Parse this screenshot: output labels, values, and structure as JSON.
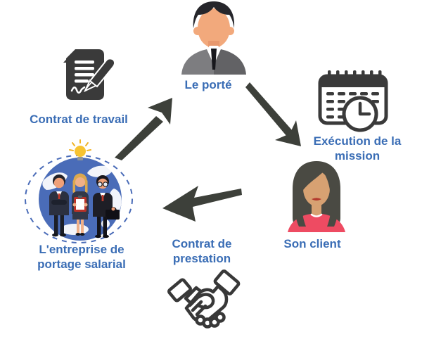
{
  "background": "#ffffff",
  "diagram": {
    "nodes": [
      {
        "id": "le-porte",
        "label": "Le porté",
        "icon": "businessman-avatar-icon"
      },
      {
        "id": "execution-mission",
        "label": "Exécution de la mission",
        "icon": "calendar-clock-icon"
      },
      {
        "id": "son-client",
        "label": "Son client",
        "icon": "businesswoman-avatar-icon"
      },
      {
        "id": "contrat-prestation",
        "label": "Contrat de prestation",
        "icon": "handshake-icon"
      },
      {
        "id": "entreprise-portage",
        "label": "L'entreprise de portage salarial",
        "icon": "team-globe-lightbulb-icon"
      },
      {
        "id": "contrat-travail",
        "label": "Contrat de travail",
        "icon": "signed-contract-pen-icon"
      }
    ],
    "arrows": [
      {
        "id": "arrow-entreprise-to-porte",
        "direction": "up-right"
      },
      {
        "id": "arrow-porte-to-client",
        "direction": "down-right"
      },
      {
        "id": "arrow-client-to-entreprise",
        "direction": "left"
      }
    ],
    "colors": {
      "label_text": "#3a6db5",
      "arrow": "#3d403a",
      "icon_dark": "#3a3a3a",
      "globe_blue": "#4a6cb8",
      "client_top_red": "#ee4b62",
      "suit_gray_left": "#7d7d80",
      "suit_gray_right": "#626265",
      "skin": "#f2a97c",
      "bulb_yellow": "#f7c331",
      "clipboard_red": "#b83228"
    }
  }
}
